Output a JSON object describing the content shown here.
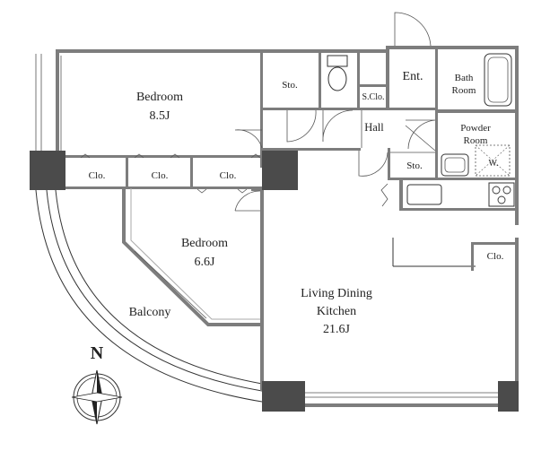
{
  "rooms": {
    "bedroom1": {
      "name": "Bedroom",
      "size": "8.5J"
    },
    "bedroom2": {
      "name": "Bedroom",
      "size": "6.6J"
    },
    "ldk": {
      "line1": "Living Dining",
      "line2": "Kitchen",
      "size": "21.6J"
    },
    "balcony": "Balcony",
    "hall": "Hall",
    "entrance": "Ent.",
    "bath": {
      "line1": "Bath",
      "line2": "Room"
    },
    "powder": {
      "line1": "Powder",
      "line2": "Room"
    },
    "shoe_closet": "S.Clo.",
    "storage_top": "Sto.",
    "storage_hall": "Sto.",
    "closet1": "Clo.",
    "closet2": "Clo.",
    "closet3": "Clo.",
    "closet_ldk": "Clo.",
    "washer": "W."
  },
  "compass": {
    "north": "N"
  },
  "colors": {
    "wall": "#7d7d7d",
    "pillar": "#4b4b4b",
    "line": "#333333"
  },
  "icons": [
    "compass-icon",
    "toilet-icon",
    "bathtub-icon",
    "sink-icon",
    "stove-icon",
    "door-swing-icon"
  ]
}
